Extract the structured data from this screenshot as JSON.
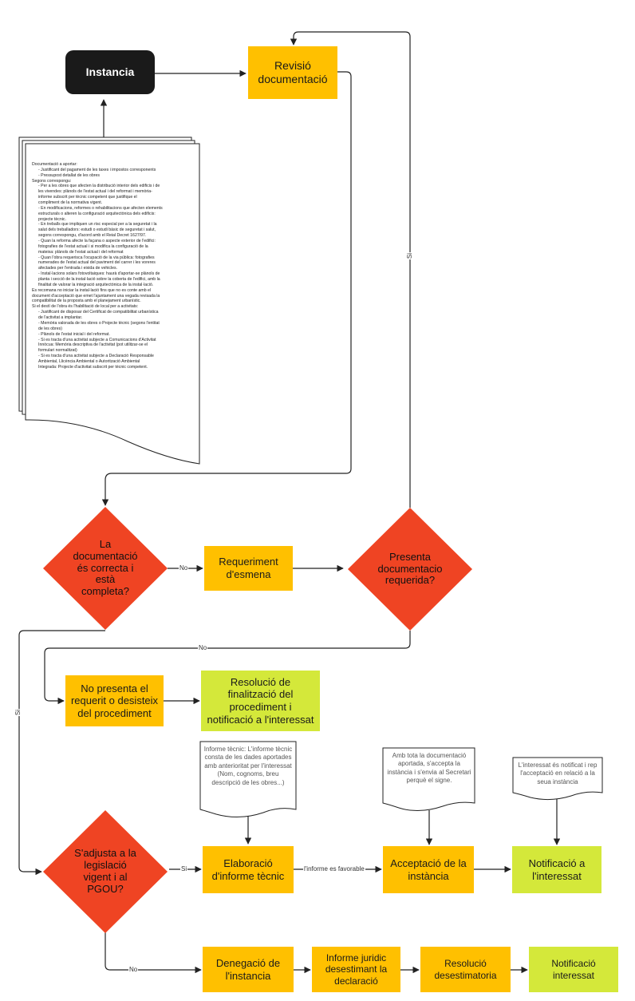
{
  "nodes": {
    "instancia": "Instancia",
    "revisio": "Revisió documentació",
    "documentacio_correcta": "La documentació és correcta i està completa?",
    "requeriment": "Requeriment d'esmena",
    "presenta_doc": "Presenta documentacio requerida?",
    "no_presenta": "No presenta el requerit o desisteix del procediment",
    "resolucio_finalitzacio": "Resolució de finalització del procediment i notificació a l'interessat",
    "sadjusta": "S'adjusta a la legislació vigent i al PGOU?",
    "elaboracio": "Elaboració d'informe tècnic",
    "acceptacio": "Acceptació de la instància",
    "notificacio_interessat": "Notificació a l'interessat",
    "denegacio": "Denegació de l'instancia",
    "informe_juridic": "Informe juridic desestimant la declaració",
    "resolucio_desestimatoria": "Resolució desestimatoria",
    "notificacio_final": "Notificació interessat"
  },
  "edge_labels": {
    "no_1": "No",
    "si_right": "Si",
    "no_2": "No",
    "si_left": "Si",
    "si_3": "Si",
    "informe_favorable": "l'informe es favorable",
    "no_3": "No"
  },
  "notes": {
    "informe_tecnic": "Informe tècnic: L'informe tècnic consta de les dades aportades amb anterioritat per l'interessat (Nom, cognoms, breu descripció de les obres...)",
    "amb_tota": "Amb tota la documentació aportada, s'accepta la instància i s'envia al Secretari perquè el signe.",
    "interessat_notificat": "L'interessat és notificat i rep l'acceptació en relació a la seua instància"
  },
  "documentation_lines": [
    {
      "text": "Documentació a aportar:",
      "indent": false
    },
    {
      "text": "-   Justificant  del pagament de les taxes i impostos corresponents",
      "indent": true
    },
    {
      "text": "-   Pressupost  detallat de les obres",
      "indent": true
    },
    {
      "text": "Segons correspongu:",
      "indent": false
    },
    {
      "text": "-   Per  a les obres que afecten la distribució  interior  dels edificis i de",
      "indent": true
    },
    {
      "text": "les vivendes: plànols de l'estat actual i del  reformat i memòria-",
      "indent": true
    },
    {
      "text": "informe subscrit per tècnic competent que  justifique el",
      "indent": true
    },
    {
      "text": "compliment de la normativa vigent.",
      "indent": true
    },
    {
      "text": "-   En  modificacions, reformes o rehabilitacions que afecten elements",
      "indent": true
    },
    {
      "text": "estructurals  o alteren la configuració arquitectònica dels edificis:",
      "indent": true
    },
    {
      "text": "projecte  tècnic.",
      "indent": true
    },
    {
      "text": "-   En  treballs que impliquen un risc especial per a la seguretat i la",
      "indent": true
    },
    {
      "text": "salut dels treballadors: estudi o estudi bàsic de seguretat i  salut,",
      "indent": true
    },
    {
      "text": "segons correspongu, d'acord amb el Reial Decret 1627/97.",
      "indent": true
    },
    {
      "text": "-   Quan  la reforma afecte la façana o aspecte  exterior de l'edifici:",
      "indent": true
    },
    {
      "text": "fotografies de l'estat actual i si modifica la configuració de la",
      "indent": true
    },
    {
      "text": "mateixa: plànols de l'estat actual i del reformat",
      "indent": true
    },
    {
      "text": "-   Quan  l'obra requerisca l'ocupació  de la via pública:  fotografies",
      "indent": true
    },
    {
      "text": "numerades de l'estat actual del paviment del carrer i  les voreres",
      "indent": true
    },
    {
      "text": "afectades per l'entrada i eixida de vehicles.",
      "indent": true
    },
    {
      "text": "-   Instal·lacions   solars fotovoltaiques:  haurà d'aportar-se plànols de",
      "indent": true
    },
    {
      "text": "planta i secció de la  instal·lació sobre la coberta de l'edifici, amb la",
      "indent": true
    },
    {
      "text": "finalitat de  valorar  la integració arquitectònica de la instal·lació.",
      "indent": true
    },
    {
      "text": "Es recomana no iniciar la instal·lació fins que no es conte amb el",
      "indent": false
    },
    {
      "text": "document d'acceptació que emet l'ajuntament una vegada revisada la",
      "indent": false
    },
    {
      "text": "compatibilitat de la proposta amb el planejament urbanístic.",
      "indent": false
    },
    {
      "text": "Si el destí de l'obra és l'habilitació de local per a activitats:",
      "indent": false
    },
    {
      "text": "-   Justificant  de disposar del Certificat de compatibilitat urbanística",
      "indent": true
    },
    {
      "text": "de  l'activitat a implantar.",
      "indent": true
    },
    {
      "text": "-   Memòria  valorada de les obres o Projecte tècnic (segons l'entitat",
      "indent": true
    },
    {
      "text": "de les  obres)",
      "indent": true
    },
    {
      "text": "-   Plànols  de l'estat inicial i del reformat.",
      "indent": true
    },
    {
      "text": "-   Si  es tracta d'una activitat subjecte a Comunicacions d'Activitat",
      "indent": true
    },
    {
      "text": "Innòcua: Memòria descriptiva de l'activitat (pot utilitzar-se el",
      "indent": true
    },
    {
      "text": "formulari normalitzat)",
      "indent": true
    },
    {
      "text": "-   Si  es tracta d'una activitat subjecte a Declaració Responsable",
      "indent": true
    },
    {
      "text": "Ambiental, Llicència  Ambiental  o Autorització  Ambiental",
      "indent": true
    },
    {
      "text": "Integrada:  Projecte d'activitat subscrit per tècnic competent.",
      "indent": true
    }
  ],
  "colors": {
    "process_yellow": "#ffc000",
    "end_green": "#d4e83a",
    "decision_red": "#ef4423",
    "start_black": "#1a1a1a"
  }
}
